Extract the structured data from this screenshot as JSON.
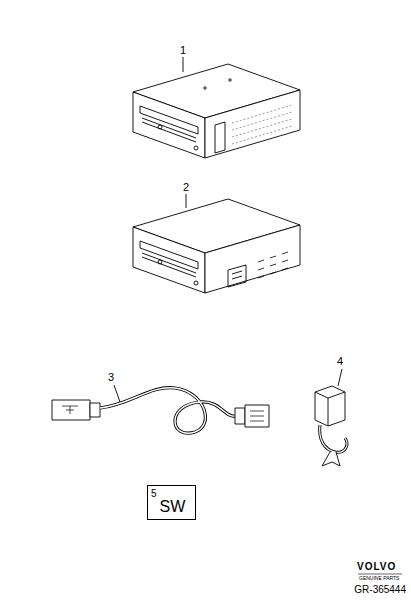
{
  "diagram": {
    "nodes": [
      {
        "text": [
          "5",
          "SW"
        ]
      }
    ],
    "labels": [
      "1",
      "2",
      "3",
      "4",
      "VOLVO",
      "GENUINE PARTS",
      "GR-365444"
    ]
  }
}
